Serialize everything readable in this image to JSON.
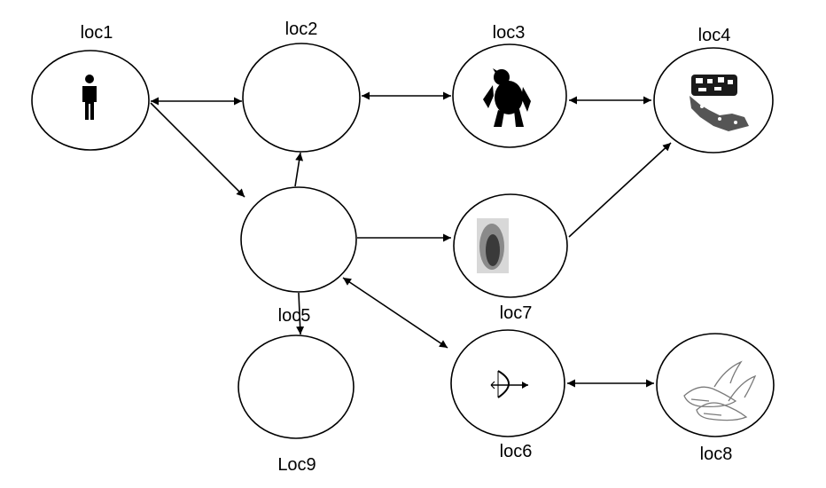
{
  "nodes": [
    {
      "id": "loc1",
      "label": "loc1",
      "icon": "person-icon"
    },
    {
      "id": "loc2",
      "label": "loc2",
      "icon": ""
    },
    {
      "id": "loc3",
      "label": "loc3",
      "icon": "monster-icon"
    },
    {
      "id": "loc4",
      "label": "loc4",
      "icon": "treasure-icon"
    },
    {
      "id": "loc5",
      "label": "loc5",
      "icon": ""
    },
    {
      "id": "loc6",
      "label": "loc6",
      "icon": "bow-and-arrow-icon"
    },
    {
      "id": "loc7",
      "label": "loc7",
      "icon": "pit-icon"
    },
    {
      "id": "loc8",
      "label": "loc8",
      "icon": "winged-shoes-icon"
    },
    {
      "id": "loc9",
      "label": "Loc9",
      "icon": ""
    }
  ],
  "edges": [
    {
      "from": "loc1",
      "to": "loc2",
      "bidirectional": true
    },
    {
      "from": "loc2",
      "to": "loc3",
      "bidirectional": true
    },
    {
      "from": "loc3",
      "to": "loc4",
      "bidirectional": true
    },
    {
      "from": "loc1",
      "to": "loc5",
      "bidirectional": false
    },
    {
      "from": "loc5",
      "to": "loc2",
      "bidirectional": false
    },
    {
      "from": "loc5",
      "to": "loc7",
      "bidirectional": false
    },
    {
      "from": "loc7",
      "to": "loc4",
      "bidirectional": false
    },
    {
      "from": "loc5",
      "to": "loc9",
      "bidirectional": false
    },
    {
      "from": "loc5",
      "to": "loc6",
      "bidirectional": true
    },
    {
      "from": "loc6",
      "to": "loc8",
      "bidirectional": true
    }
  ]
}
